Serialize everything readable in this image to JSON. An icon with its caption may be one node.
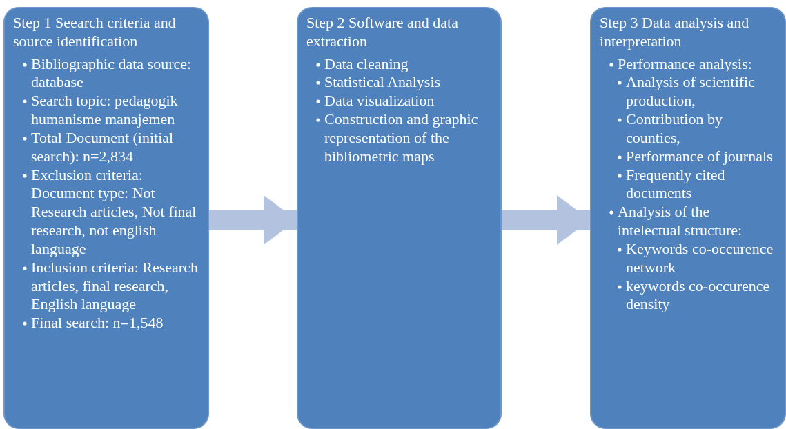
{
  "diagram": {
    "nodes": [
      {
        "text": [
          "Step 1 Seearch criteria and source identification",
          "Bibliographic data source: database",
          "Search topic: pedagogik humanisme manajemen",
          "Total Document (initial search): n=2,834",
          "Exclusion criteria: Document type: Not Research articles, Not final research, not english language",
          "Inclusion criteria: Research articles, final research, English language",
          "Final search: n=1,548"
        ]
      },
      {
        "text": [
          "Step 2 Software and data extraction",
          "Data cleaning",
          "Statistical Analysis",
          "Data visualization",
          "Construction and graphic representation of the bibliometric maps"
        ]
      },
      {
        "text": [
          "Step 3 Data analysis and interpretation",
          "Performance analysis:",
          "Analysis of scientific production,",
          "Contribution by counties,",
          "Performance of journals",
          "Frequently cited documents",
          "Analysis of the intelectual structure:",
          "Keywords co-occurence network",
          "keywords co-occurence density"
        ]
      }
    ],
    "edges": [
      {
        "from": 0,
        "to": 1,
        "arrow": "to"
      },
      {
        "from": 1,
        "to": 2,
        "arrow": "to"
      }
    ]
  }
}
